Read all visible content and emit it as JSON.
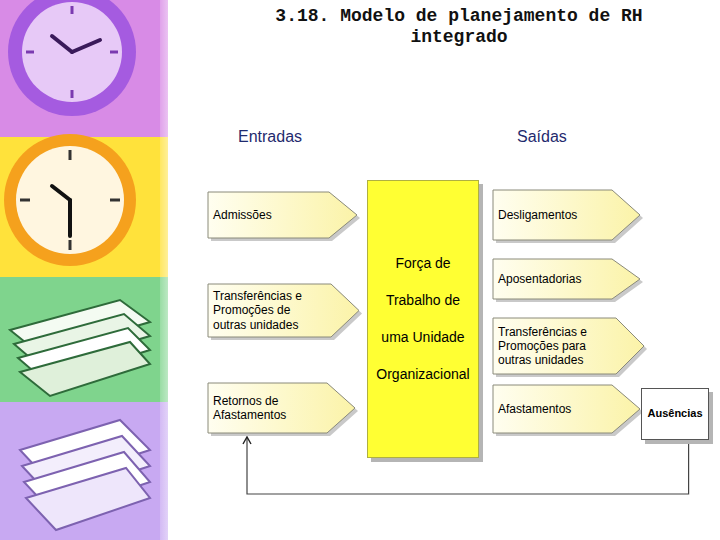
{
  "diagram": {
    "title": "3.18. Modelo de planejamento de RH integrado",
    "nodes": [
      {
        "text": [
          "Admissões"
        ]
      },
      {
        "text": [
          "Transferências e Promoções de outras unidades"
        ]
      },
      {
        "text": [
          "Retornos de Afastamentos"
        ]
      },
      {
        "text": [
          "Força de Trabalho de uma Unidade Organizacional"
        ]
      },
      {
        "text": [
          "Desligamentos"
        ]
      },
      {
        "text": [
          "Aposentadorias"
        ]
      },
      {
        "text": [
          "Transferências e Promoções para outras unidades"
        ]
      },
      {
        "text": [
          "Afastamentos"
        ]
      },
      {
        "text": [
          "Ausências"
        ]
      }
    ],
    "edges": [
      {
        "from": 8,
        "to": 2,
        "arrow": "to"
      }
    ],
    "labels": [
      "Entradas",
      "Saídas"
    ]
  }
}
